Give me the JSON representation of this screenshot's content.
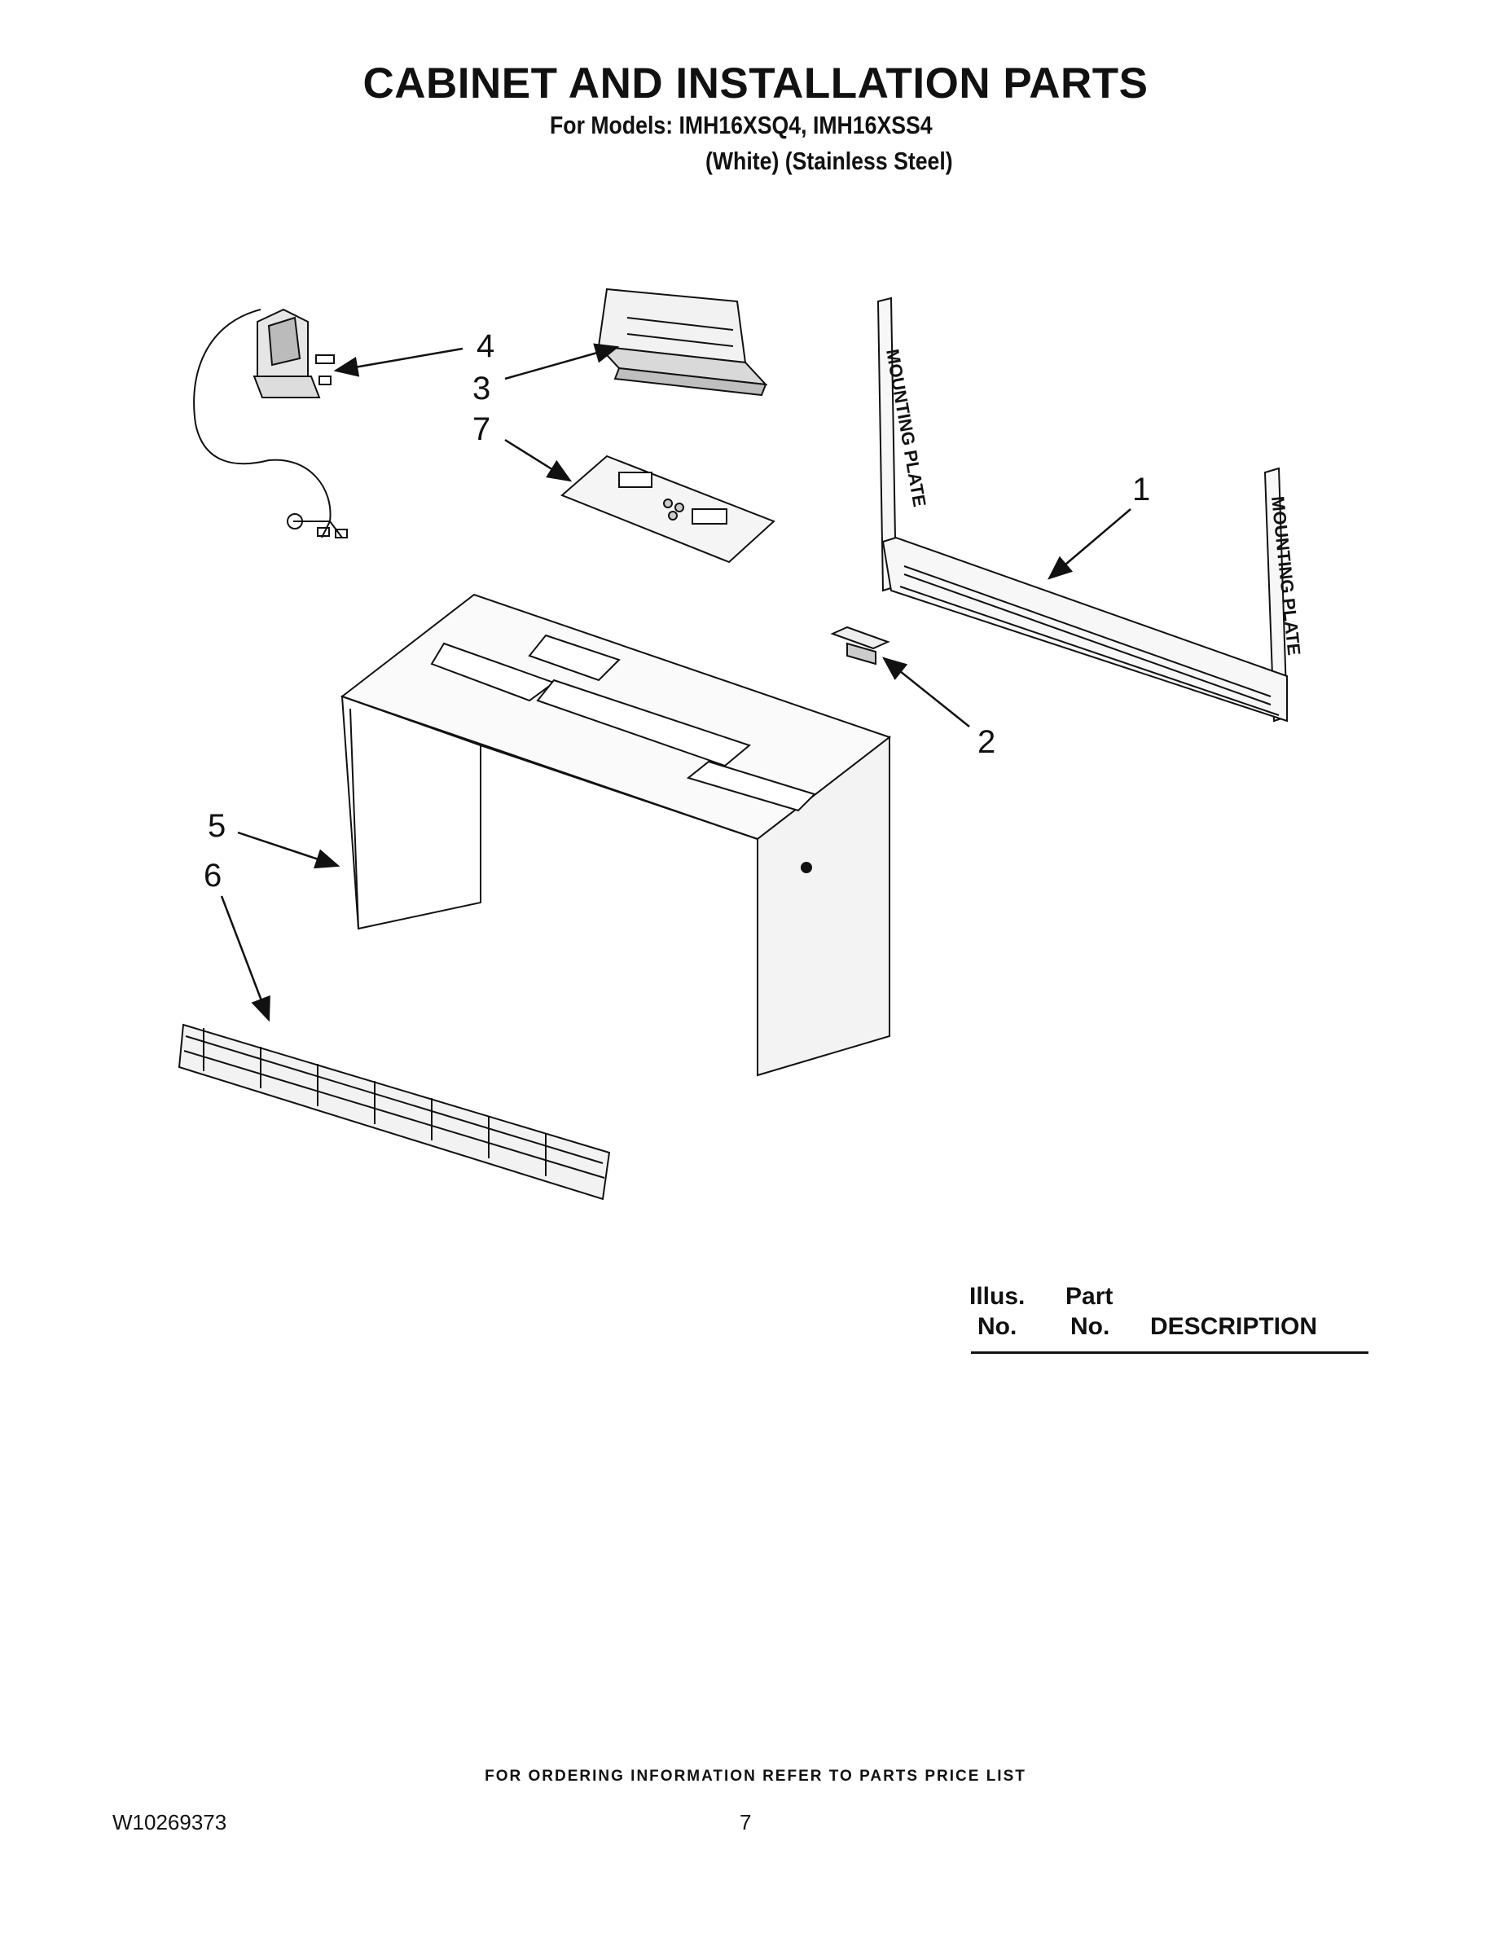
{
  "header": {
    "title": "CABINET AND INSTALLATION PARTS",
    "models_line": "For Models: IMH16XSQ4, IMH16XSS4",
    "colors_line": "(White) (Stainless Steel)"
  },
  "diagram": {
    "callouts": [
      "1",
      "2",
      "3",
      "4",
      "5",
      "6",
      "7"
    ],
    "mounting_plate_label": "MOUNTING PLATE"
  },
  "parts_table": {
    "headers": {
      "illus_top": "Illus.",
      "illus_bottom": "No.",
      "part_top": "Part",
      "part_bottom": "No.",
      "description": "DESCRIPTION"
    }
  },
  "footer": {
    "ordering_note": "FOR ORDERING INFORMATION REFER TO PARTS PRICE LIST",
    "doc_number": "W10269373",
    "page_number": "7"
  }
}
